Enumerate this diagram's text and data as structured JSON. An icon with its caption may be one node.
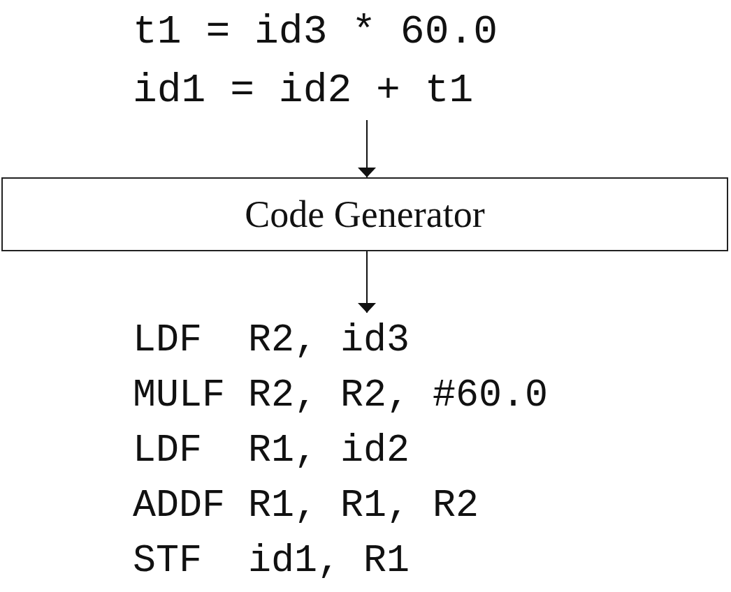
{
  "diagram": {
    "nodes": [
      {
        "text": [
          "t1 = id3 * 60.0",
          "id1 = id2 + t1"
        ]
      },
      {
        "text": [
          "Code Generator"
        ]
      },
      {
        "text": [
          "LDF  R2, id3",
          "MULF R2, R2, #60.0",
          "LDF  R1, id2",
          "ADDF R1, R1, R2",
          "STF  id1, R1"
        ]
      }
    ],
    "edges": [
      {
        "from": 0,
        "to": 1,
        "arrow": "to"
      },
      {
        "from": 1,
        "to": 2,
        "arrow": "to"
      }
    ]
  }
}
